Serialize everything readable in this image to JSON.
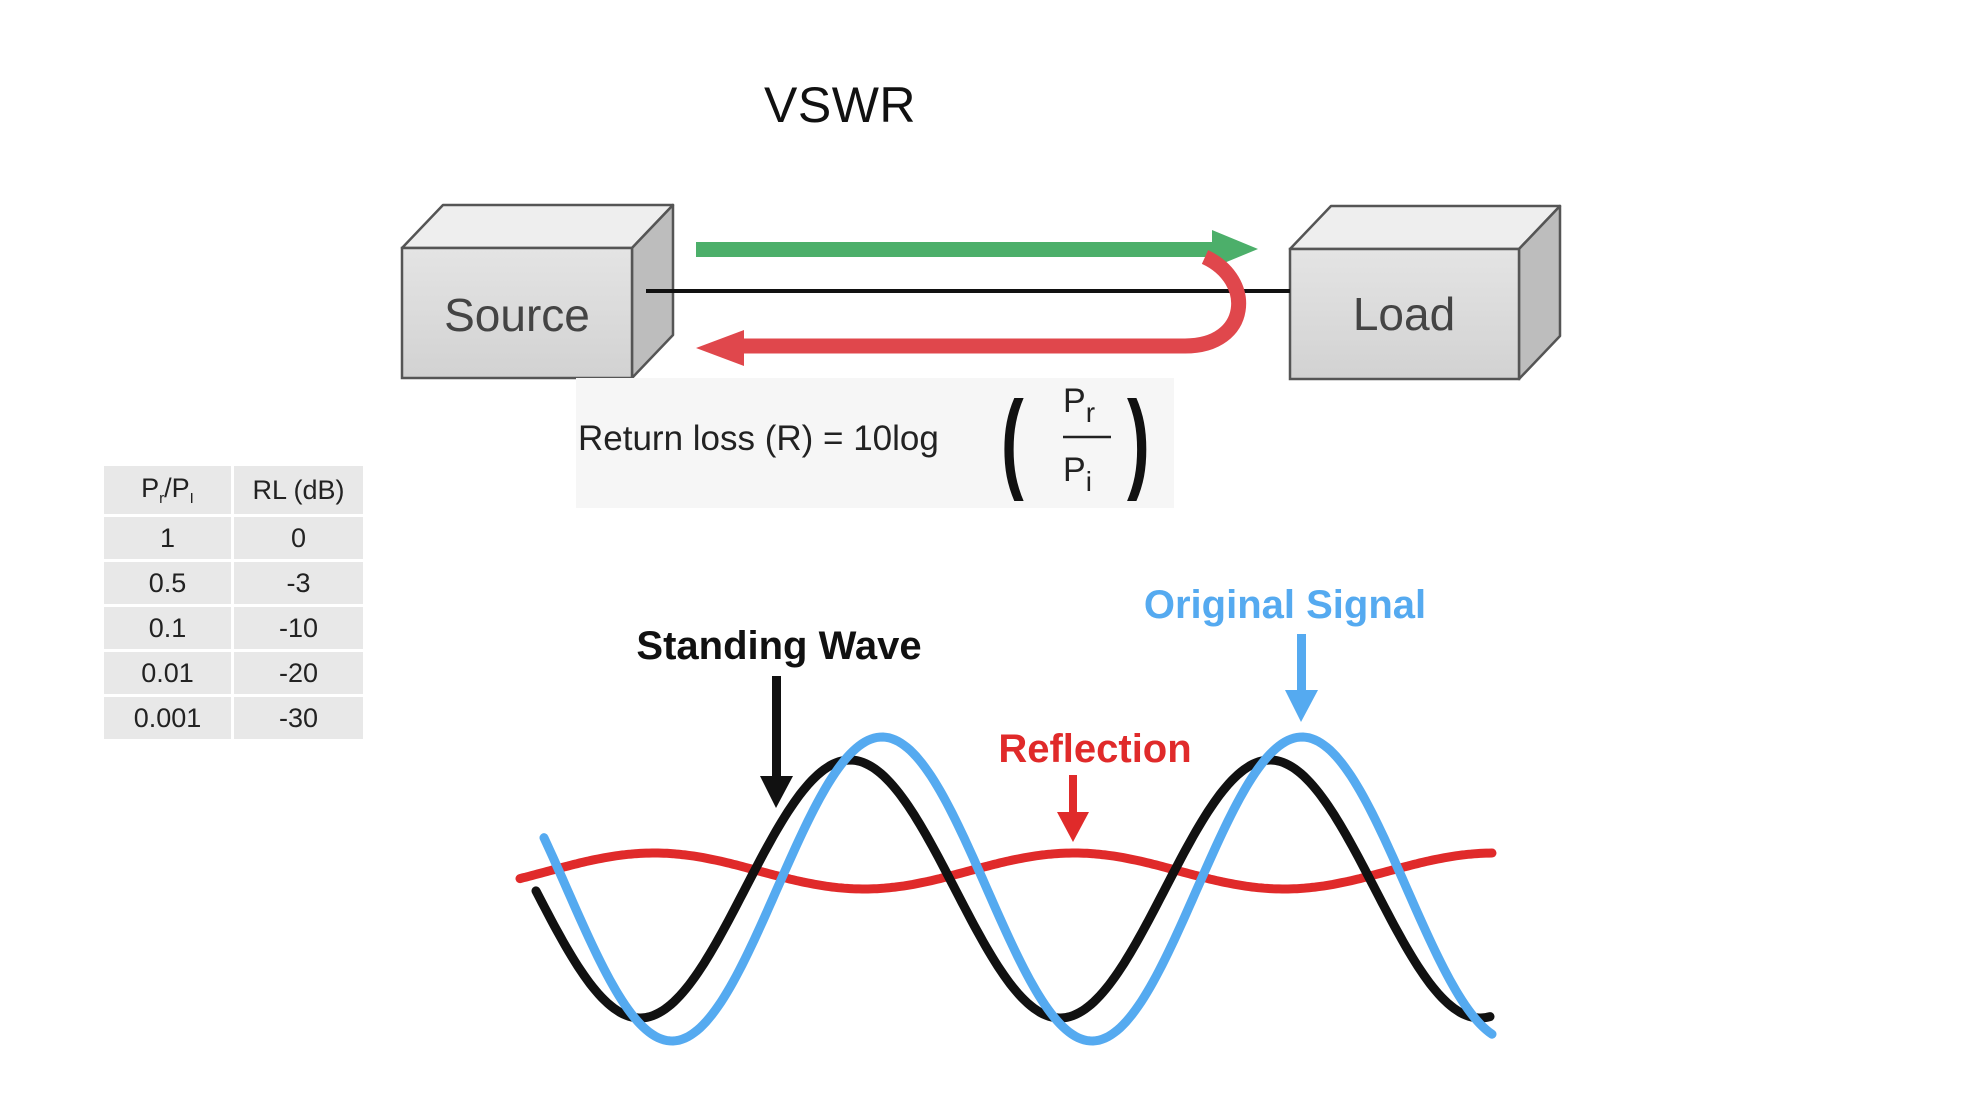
{
  "slide": {
    "title": "VSWR"
  },
  "table": {
    "headers": [
      {
        "main": "P",
        "sub_r": "r",
        "slash": "/P",
        "sub_i": "I"
      },
      "RL (dB)"
    ],
    "rows": [
      [
        "1",
        "0"
      ],
      [
        "0.5",
        "-3"
      ],
      [
        "0.1",
        "-10"
      ],
      [
        "0.01",
        "-20"
      ],
      [
        "0.001",
        "-30"
      ]
    ]
  },
  "diagram": {
    "source_label": "Source",
    "load_label": "Load",
    "forward_arrow_color": "#4caf6a",
    "reflected_arrow_color": "#e0474c",
    "formula": {
      "prefix": "Return loss (R) = 10log",
      "numerator_main": "P",
      "numerator_sub": "r",
      "denominator_main": "P",
      "denominator_sub": "i"
    }
  },
  "waves": {
    "standing_wave_label": "Standing Wave",
    "original_signal_label": "Original Signal",
    "reflection_label": "Reflection",
    "standing_wave_color": "#111111",
    "original_signal_color": "#55aaf0",
    "reflection_color": "#e02a2a"
  }
}
